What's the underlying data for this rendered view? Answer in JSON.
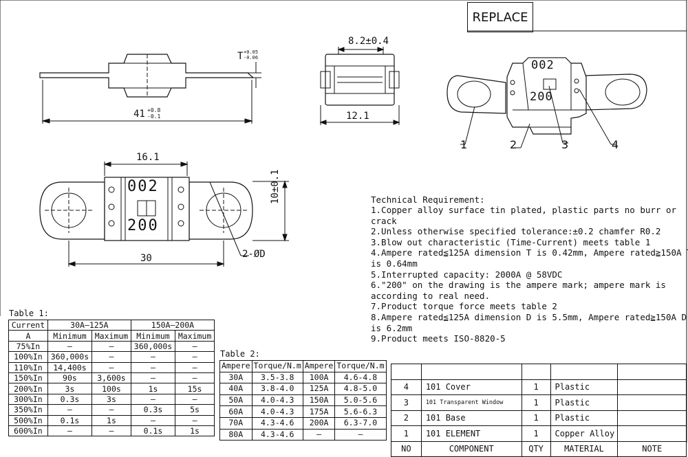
{
  "replace_label": "REPLACE",
  "dimensions": {
    "length": "41",
    "length_tol_plus": "+0.8",
    "length_tol_minus": "-0.1",
    "thickness": "T",
    "thickness_tol_plus": "+0.05",
    "thickness_tol_minus": "-0.06",
    "width_top": "8.2±0.4",
    "width_bottom": "12.1",
    "body_width": "16.1",
    "height": "10±0.1",
    "hole_spacing": "30",
    "hole_dia": "2-ØD"
  },
  "body_marks": {
    "top": "002",
    "bottom": "200"
  },
  "callouts": [
    "1",
    "2",
    "3",
    "4"
  ],
  "tech": {
    "title": "Technical Requirement:",
    "lines": [
      "1.Copper alloy surface tin plated, plastic parts no burr or",
      "crack",
      "2.Unless otherwise specified tolerance:±0.2 chamfer R0.2",
      "3.Blow out characteristic (Time-Current) meets table 1",
      "4.Ampere rated≦125A dimension T is 0.42mm, Ampere rated≧150A T",
      "is 0.64mm",
      "5.Interrupted capacity: 2000A @ 58VDC",
      "6.\"200\" on the drawing is the ampere mark; ampere mark is",
      "according to real need.",
      "7.Product torque force meets table 2",
      "8.Ampere rated≦125A dimension D is 5.5mm, Ampere rated≧150A D",
      "is 6.2mm",
      "9.Product meets ISO-8820-5"
    ]
  },
  "table1": {
    "caption": "Table 1:",
    "h_current": "Current",
    "h_unit": "A",
    "h_group1": "30A—125A",
    "h_group2": "150A—200A",
    "h_min": "Minimum",
    "h_max": "Maximum",
    "rows": [
      [
        "75%In",
        "—",
        "—",
        "360,000s",
        "—"
      ],
      [
        "100%In",
        "360,000s",
        "—",
        "—",
        "—"
      ],
      [
        "110%In",
        "14,400s",
        "—",
        "—",
        "—"
      ],
      [
        "150%In",
        "90s",
        "3,600s",
        "—",
        "—"
      ],
      [
        "200%In",
        "3s",
        "100s",
        "1s",
        "15s"
      ],
      [
        "300%In",
        "0.3s",
        "3s",
        "—",
        "—"
      ],
      [
        "350%In",
        "—",
        "—",
        "0.3s",
        "5s"
      ],
      [
        "500%In",
        "0.1s",
        "1s",
        "—",
        "—"
      ],
      [
        "600%In",
        "—",
        "—",
        "0.1s",
        "1s"
      ]
    ]
  },
  "table2": {
    "caption": "Table 2:",
    "headers": [
      "Ampere",
      "Torque/N.m",
      "Ampere",
      "Torque/N.m"
    ],
    "rows": [
      [
        "30A",
        "3.5-3.8",
        "100A",
        "4.6-4.8"
      ],
      [
        "40A",
        "3.8-4.0",
        "125A",
        "4.8-5.0"
      ],
      [
        "50A",
        "4.0-4.3",
        "150A",
        "5.0-5.6"
      ],
      [
        "60A",
        "4.0-4.3",
        "175A",
        "5.6-6.3"
      ],
      [
        "70A",
        "4.3-4.6",
        "200A",
        "6.3-7.0"
      ],
      [
        "80A",
        "4.3-4.6",
        "—",
        "—"
      ]
    ]
  },
  "bom": {
    "rows": [
      [
        "",
        "",
        "",
        "",
        ""
      ],
      [
        "4",
        "101 Cover",
        "1",
        "Plastic",
        ""
      ],
      [
        "3",
        "101 Transparent Window",
        "1",
        "Plastic",
        ""
      ],
      [
        "2",
        "101 Base",
        "1",
        "Plastic",
        ""
      ],
      [
        "1",
        "101 ELEMENT",
        "1",
        "Copper Alloy",
        ""
      ]
    ],
    "headers": [
      "NO",
      "COMPONENT",
      "QTY",
      "MATERIAL",
      "NOTE"
    ]
  }
}
